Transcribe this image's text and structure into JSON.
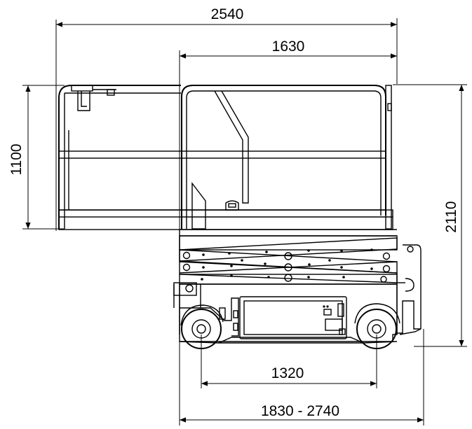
{
  "dimensions": {
    "overall_length": "2540",
    "platform_length": "1630",
    "guardrail_height": "1100",
    "overall_height": "2110",
    "wheelbase": "1320",
    "platform_extension_range": "1830 - 2740"
  }
}
